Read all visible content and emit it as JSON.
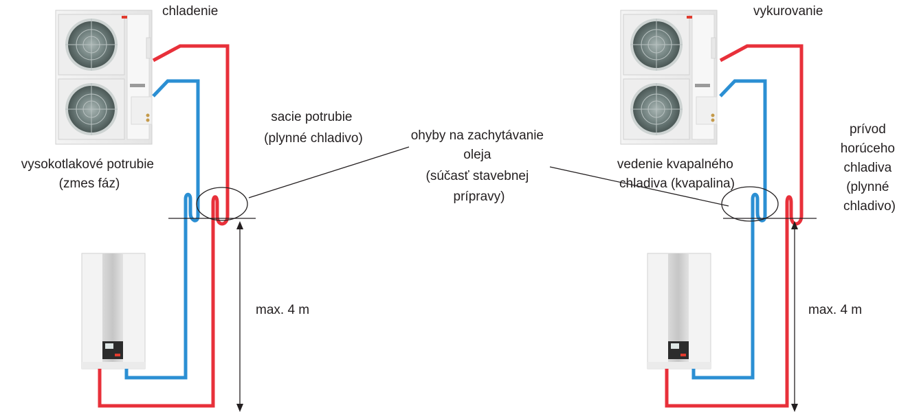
{
  "left": {
    "mode_label": "chladenie",
    "high_pressure_line": [
      "vysokotlakové potrubie",
      "(zmes fáz)"
    ],
    "suction_line": [
      "sacie potrubie",
      "(plynné chladivo)"
    ],
    "height_label": "max. 4 m"
  },
  "center": {
    "oil_traps": [
      "ohyby na zachytávanie",
      "oleja",
      "(súčasť stavebnej",
      "prípravy)"
    ]
  },
  "right": {
    "mode_label": "vykurovanie",
    "liquid_line": [
      "vedenie kvapalného",
      "chladiva (kvapalina)"
    ],
    "hot_gas_line": [
      "prívod",
      "horúceho",
      "chladiva",
      "(plynné",
      "chladivo)"
    ],
    "height_label": "max. 4 m"
  },
  "colors": {
    "hot_pipe": "#e8303a",
    "cold_pipe": "#2b8fd3"
  }
}
